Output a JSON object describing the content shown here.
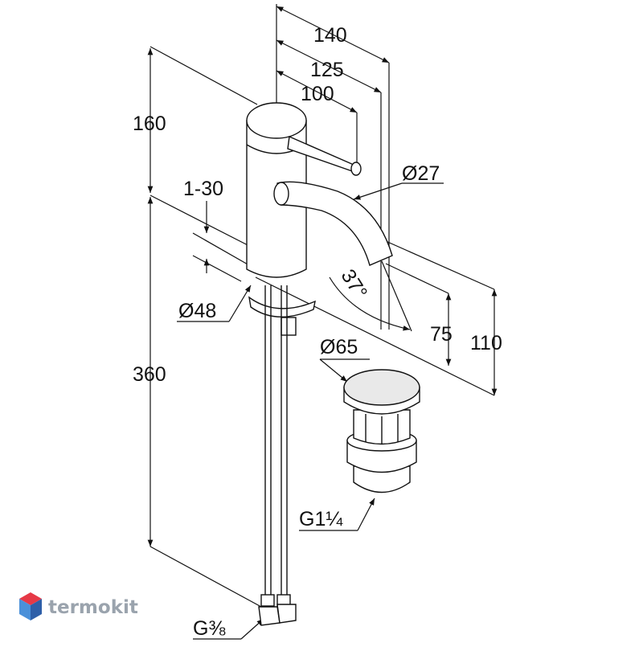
{
  "drawing": {
    "dimensions": {
      "width_140": "140",
      "width_125": "125",
      "width_100": "100",
      "height_160": "160",
      "height_360": "360",
      "mount_range": "1-30",
      "spout_dia": "Ø27",
      "body_dia": "Ø48",
      "angle": "37°",
      "height_75": "75",
      "height_110": "110",
      "waste_dia": "Ø65"
    },
    "threads": {
      "waste_prefix": "G1",
      "waste_fraction": "¼",
      "hose_prefix": "G",
      "hose_fraction": "⅜"
    }
  },
  "watermark": {
    "text": "termokit",
    "colors": {
      "top": "#e63946",
      "left": "#4a90d9",
      "right": "#2e5fa8"
    }
  }
}
